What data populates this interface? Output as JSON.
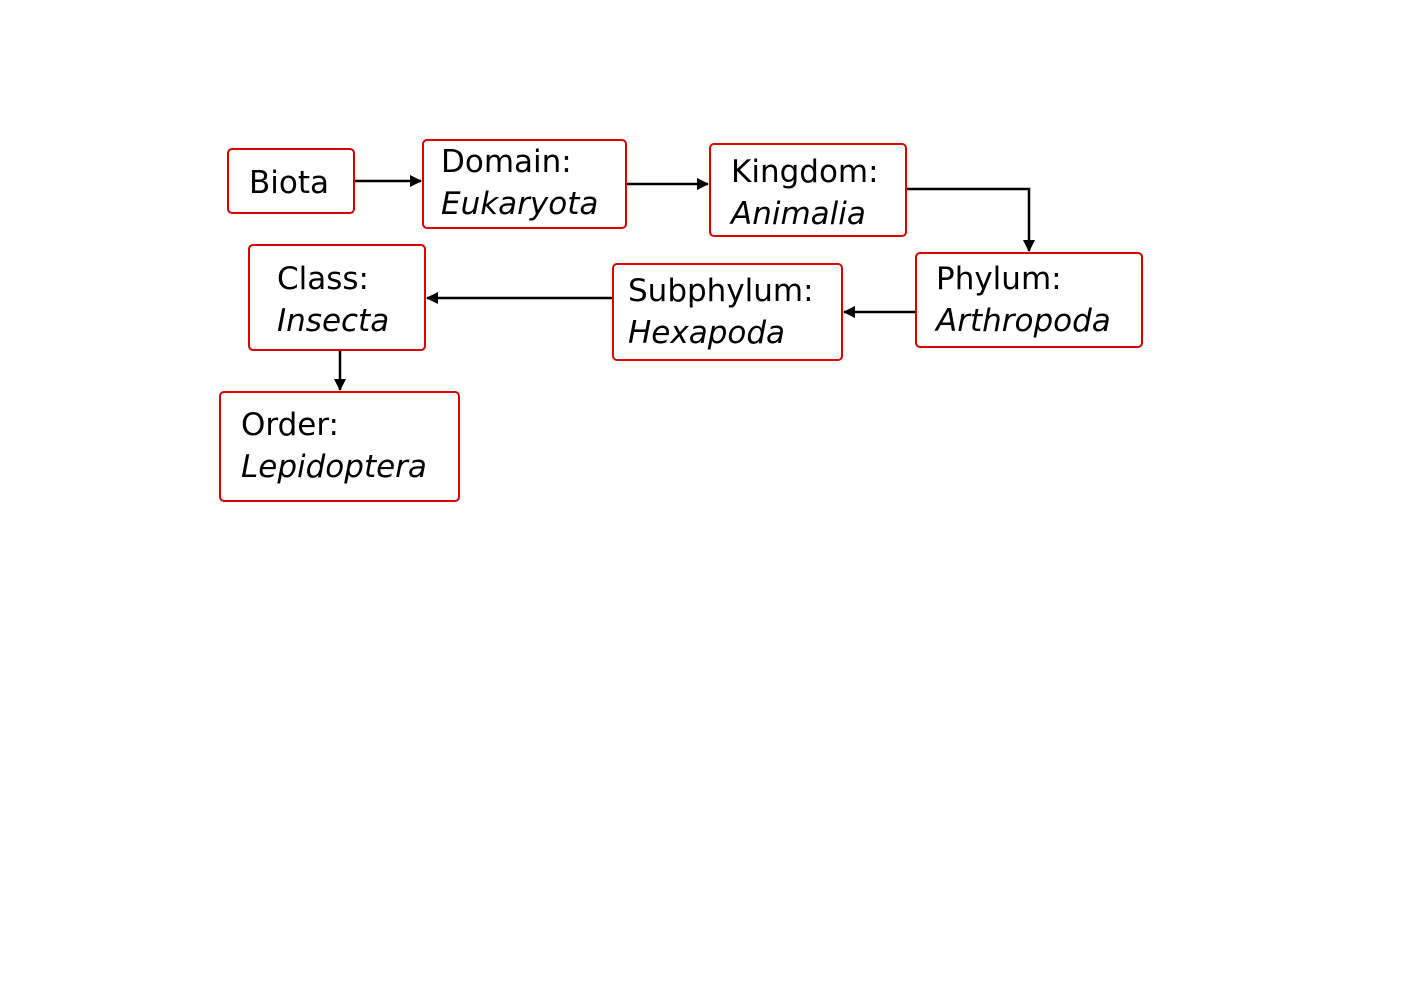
{
  "diagram": {
    "nodes": [
      {
        "id": "biota",
        "rank": "Biota",
        "taxon": ""
      },
      {
        "id": "domain",
        "rank": "Domain:",
        "taxon": "Eukaryota"
      },
      {
        "id": "kingdom",
        "rank": "Kingdom:",
        "taxon": "Animalia"
      },
      {
        "id": "phylum",
        "rank": "Phylum:",
        "taxon": "Arthropoda"
      },
      {
        "id": "subphylum",
        "rank": "Subphylum:",
        "taxon": "Hexapoda"
      },
      {
        "id": "class",
        "rank": "Class:",
        "taxon": "Insecta"
      },
      {
        "id": "order",
        "rank": "Order:",
        "taxon": "Lepidoptera"
      }
    ],
    "edges": [
      {
        "from": "biota",
        "to": "domain"
      },
      {
        "from": "domain",
        "to": "kingdom"
      },
      {
        "from": "kingdom",
        "to": "phylum"
      },
      {
        "from": "phylum",
        "to": "subphylum"
      },
      {
        "from": "subphylum",
        "to": "class"
      },
      {
        "from": "class",
        "to": "order"
      }
    ],
    "colors": {
      "box_border": "#e00000",
      "arrow": "#000000",
      "text": "#000000"
    }
  }
}
